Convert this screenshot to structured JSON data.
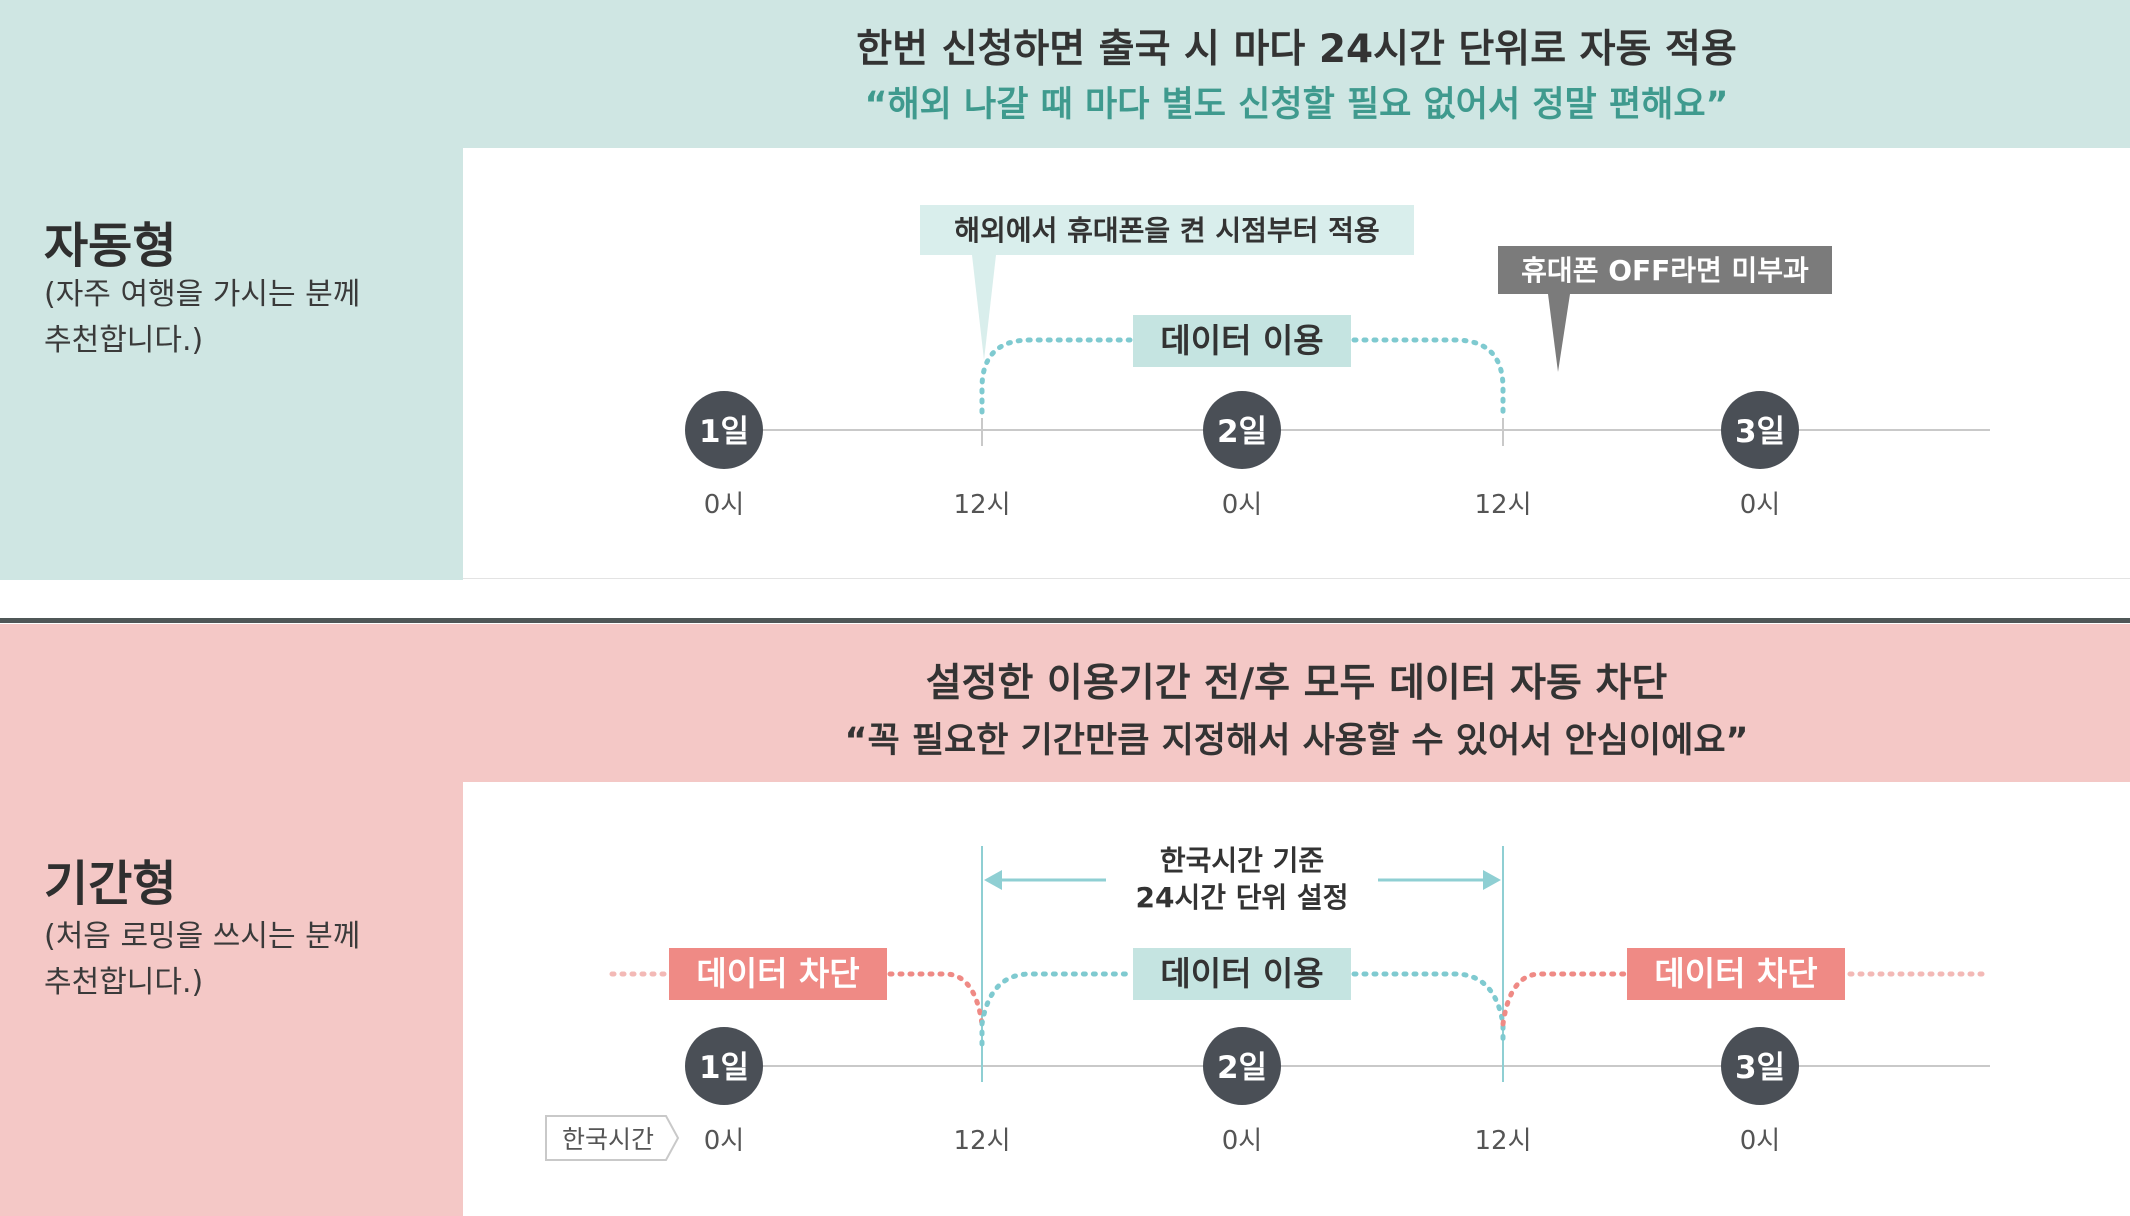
{
  "colors": {
    "mint_band": "#cfe6e3",
    "mint_tag": "#c5e4e1",
    "teal_quote": "#3f9a8e",
    "pink_band": "#f4c8c6",
    "coral": "#ef8a85",
    "dark_node": "#4a4f56",
    "gray_tag": "#7b7b7b",
    "dotted_teal": "#7fcad0",
    "dotted_coral": "#ef8a85",
    "axis": "#c9c9c9"
  },
  "auto": {
    "title": "자동형",
    "desc_line1": "(자주 여행을 가시는 분께",
    "desc_line2": "추천합니다.)",
    "headline": "한번 신청하면 출국 시 마다 24시간 단위로 자동 적용",
    "quote": "“해외 나갈 때 마다 별도 신청할 필요 없어서 정말 편해요”",
    "callout_start": "해외에서 휴대폰을 켠 시점부터 적용",
    "callout_off": "휴대폰 OFF라면 미부과",
    "data_use": "데이터 이용",
    "days": [
      "1일",
      "2일",
      "3일"
    ],
    "times": [
      "0시",
      "12시",
      "0시",
      "12시",
      "0시"
    ]
  },
  "period": {
    "title": "기간형",
    "desc_line1": "(처음 로밍을 쓰시는 분께",
    "desc_line2": "추천합니다.)",
    "headline": "설정한 이용기간 전/후 모두 데이터 자동 차단",
    "quote": "“꼭 필요한 기간만큼 지정해서 사용할 수 있어서 안심이에요”",
    "range_line1": "한국시간 기준",
    "range_line2": "24시간 단위 설정",
    "data_block": "데이터 차단",
    "data_use": "데이터 이용",
    "korea_time": "한국시간",
    "days": [
      "1일",
      "2일",
      "3일"
    ],
    "times": [
      "0시",
      "12시",
      "0시",
      "12시",
      "0시"
    ]
  }
}
